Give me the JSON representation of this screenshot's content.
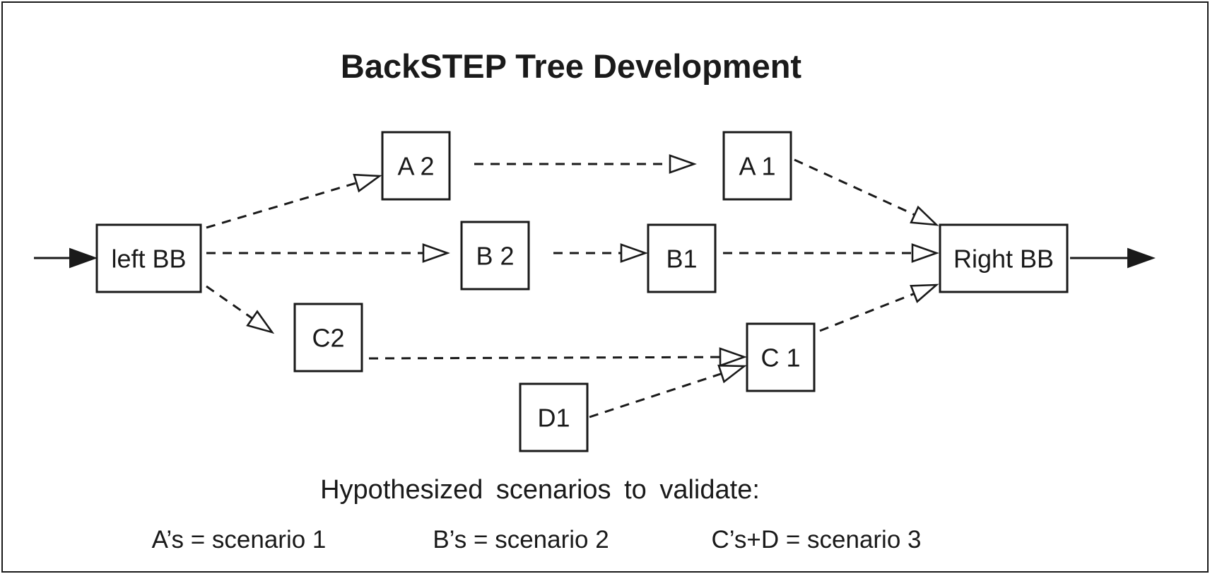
{
  "title": "BackSTEP Tree Development",
  "nodes": [
    {
      "id": "left-bb",
      "label": "left BB"
    },
    {
      "id": "a2",
      "label": "A 2"
    },
    {
      "id": "a1",
      "label": "A 1"
    },
    {
      "id": "b2",
      "label": "B 2"
    },
    {
      "id": "b1",
      "label": "B1"
    },
    {
      "id": "c2",
      "label": "C2"
    },
    {
      "id": "c1",
      "label": "C 1"
    },
    {
      "id": "d1",
      "label": "D1"
    },
    {
      "id": "right-bb",
      "label": "Right BB"
    }
  ],
  "edges": [
    {
      "from": "input",
      "to": "left-bb",
      "style": "solid"
    },
    {
      "from": "left-bb",
      "to": "a2",
      "style": "dashed"
    },
    {
      "from": "left-bb",
      "to": "b2",
      "style": "dashed"
    },
    {
      "from": "left-bb",
      "to": "c2",
      "style": "dashed"
    },
    {
      "from": "a2",
      "to": "a1",
      "style": "dashed"
    },
    {
      "from": "a1",
      "to": "right-bb",
      "style": "dashed"
    },
    {
      "from": "b2",
      "to": "b1",
      "style": "dashed"
    },
    {
      "from": "b1",
      "to": "right-bb",
      "style": "dashed"
    },
    {
      "from": "c2",
      "to": "c1",
      "style": "dashed"
    },
    {
      "from": "d1",
      "to": "c1",
      "style": "dashed"
    },
    {
      "from": "c1",
      "to": "right-bb",
      "style": "dashed"
    },
    {
      "from": "right-bb",
      "to": "output",
      "style": "solid"
    }
  ],
  "caption": "Hypothesized scenarios to validate:",
  "scenarios": [
    {
      "label": "A’s = scenario 1"
    },
    {
      "label": "B’s = scenario 2"
    },
    {
      "label": "C’s+D = scenario 3"
    }
  ]
}
